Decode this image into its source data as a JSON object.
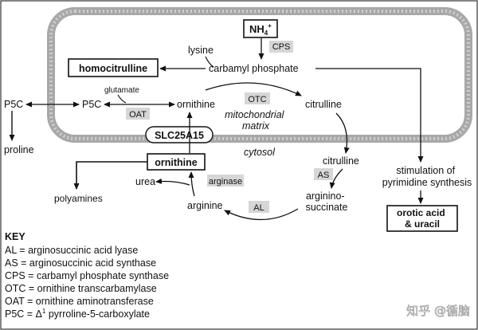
{
  "nodes": {
    "nh4": {
      "base": "NH",
      "sub": "4",
      "sup": "+"
    },
    "cps": "CPS",
    "lysine": "lysine",
    "homocitrulline": "homocitrulline",
    "carbamyl_phosphate": "carbamyl phosphate",
    "glutamate": "glutamate",
    "p5c_inner": "P5C",
    "p5c_outer": "P5C",
    "oat": "OAT",
    "ornithine_mito": "ornithine",
    "otc": "OTC",
    "citrulline_mito": "citrulline",
    "mitochondrial_matrix": [
      "mitochondrial",
      "matrix"
    ],
    "slc25a15": "SLC25A15",
    "proline": "proline",
    "cytosol": "cytosol",
    "ornithine_cyto": "ornithine",
    "urea": "urea",
    "arginase": "arginase",
    "polyamines": "polyamines",
    "citrulline_cyto": "citrulline",
    "as": "AS",
    "argininosuccinate": [
      "arginino-",
      "succinate"
    ],
    "al": "AL",
    "arginine": "arginine",
    "stimulation": [
      "stimulation of",
      "pyrimidine synthesis"
    ],
    "orotic": [
      "orotic acid",
      "& uracil"
    ]
  },
  "key": {
    "title": "KEY",
    "items": [
      "AL = arginosuccinic acid lyase",
      "AS = arginosuccinic acid synthase",
      "CPS = carbamyl phosphate synthase",
      "OTC = ornithine transcarbamylase",
      "OAT = ornithine aminotransferase"
    ],
    "last": {
      "pre": "P5C = Δ",
      "sup": "1",
      "post": " pyrroline-5-carboxylate"
    }
  },
  "watermark": "知乎 @循脑",
  "colors": {
    "membrane": "#a3a3a3",
    "enzyme_box": "#d6d6d6",
    "line": "#111111"
  }
}
